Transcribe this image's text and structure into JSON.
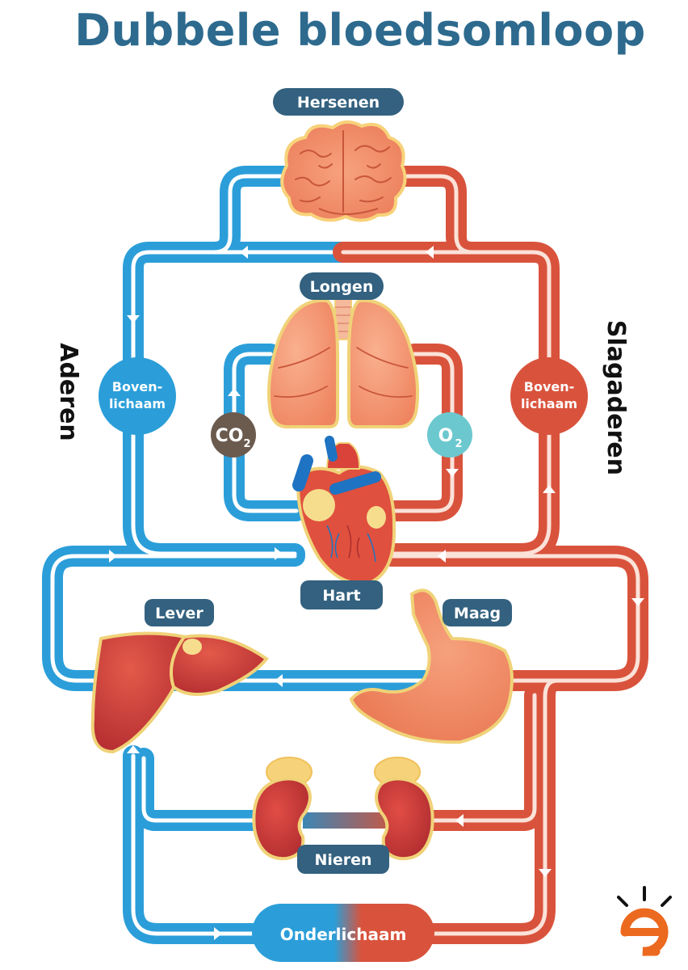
{
  "title": "Dubbele bloedsomloop",
  "side_labels": {
    "veins": "Aderen",
    "arteries": "Slagaderen"
  },
  "organs": {
    "brain": "Hersenen",
    "lungs": "Longen",
    "heart": "Hart",
    "liver": "Lever",
    "stomach": "Maag",
    "kidneys": "Nieren",
    "lower_body": "Onderlichaam"
  },
  "upper_body": {
    "line1": "Boven-",
    "line2": "lichaam"
  },
  "gases": {
    "co2_main": "CO",
    "co2_sub": "2",
    "o2_main": "O",
    "o2_sub": "2"
  },
  "colors": {
    "vein": "#2b9ed9",
    "artery": "#d9533c",
    "label_bg": "#33617f",
    "title": "#2d6a8e",
    "co2": "#6b5a4e",
    "o2": "#6cc8cf",
    "logo": "#ec6a1f"
  }
}
